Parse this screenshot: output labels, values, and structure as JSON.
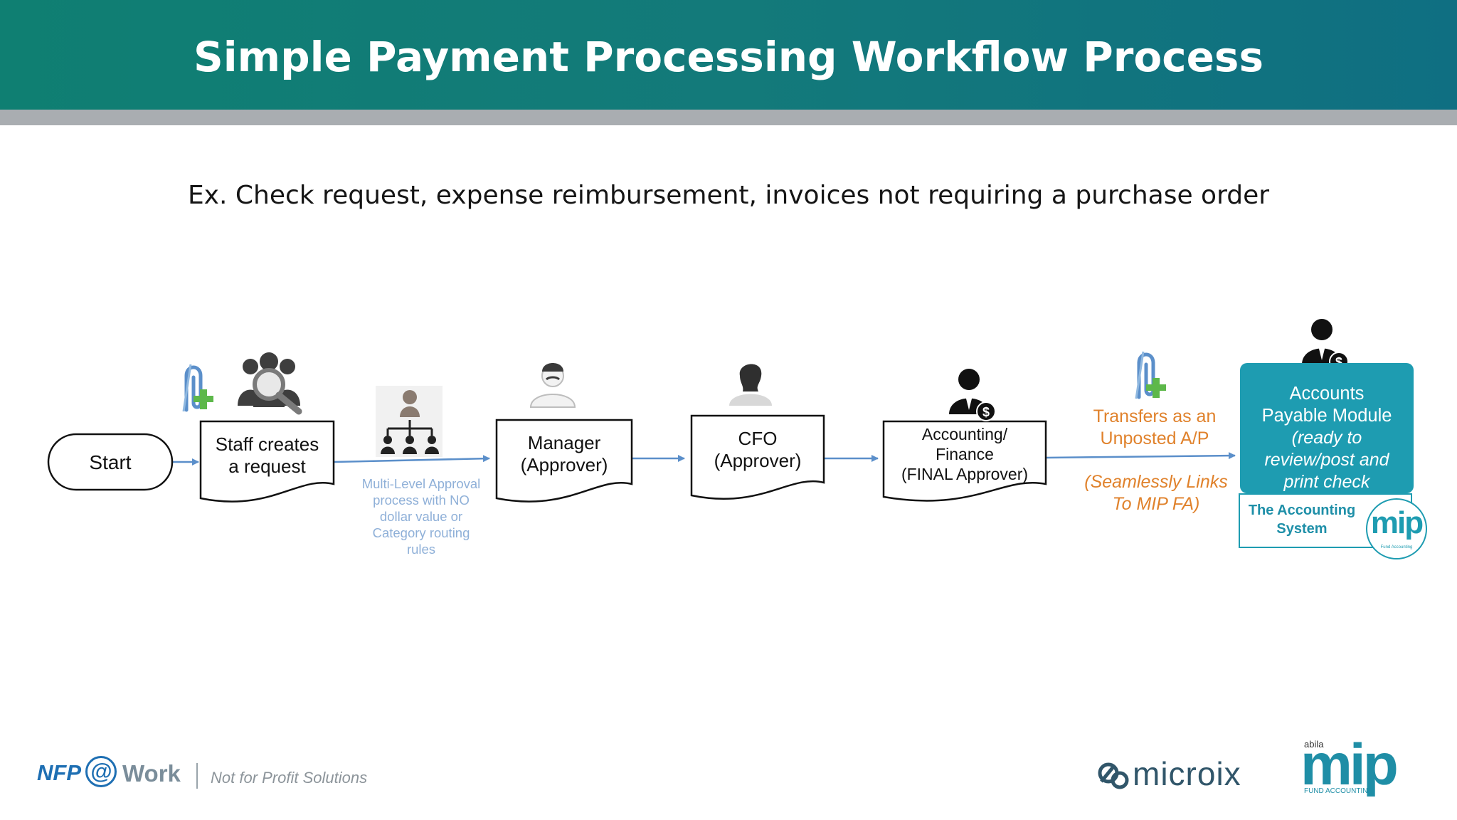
{
  "header": {
    "title": "Simple Payment Processing Workflow Process"
  },
  "subtitle": "Ex. Check request, expense reimbursement, invoices not requiring a purchase order",
  "nodes": {
    "start": "Start",
    "staff": [
      "Staff creates",
      "a request"
    ],
    "manager": [
      "Manager",
      "(Approver)"
    ],
    "cfo": [
      "CFO",
      "(Approver)"
    ],
    "accounting": [
      "Accounting/",
      "Finance",
      "(FINAL Approver)"
    ]
  },
  "notes": {
    "multilevel": [
      "Multi-Level Approval",
      "process with NO",
      "dollar value or",
      "Category routing",
      "rules"
    ],
    "transfer": [
      "Transfers as an",
      "Unposted A/P"
    ],
    "links": [
      "(Seamlessly Links",
      "To  MIP FA)"
    ]
  },
  "ap_module": {
    "title": [
      "Accounts",
      "Payable Module"
    ],
    "italic": [
      "(ready to",
      "review/post  and",
      "print check"
    ],
    "system": [
      "The Accounting",
      "System"
    ],
    "badge": "mip",
    "badge_sub": "Fund Accounting"
  },
  "footer": {
    "nfp": "NFP",
    "at": "@",
    "work": "Work",
    "tagline": "Not for Profit Solutions",
    "microix": "microix",
    "abila": "abila",
    "mip": "mip",
    "mip_sub": "FUND ACCOUNTING"
  },
  "colors": {
    "header": "#137a7a",
    "stripe": "#a9adb1",
    "arrow": "#5b8fca",
    "note_blue": "#8fb0d8",
    "note_orange": "#e0822c",
    "ap_teal": "#1e9cb1"
  },
  "icons": [
    "paperclip-plus-icon",
    "group-search-icon",
    "org-chart-icon",
    "manager-person-icon",
    "cfo-person-icon",
    "finance-person-dollar-icon",
    "paperclip-plus-icon",
    "ap-person-dollar-icon"
  ]
}
